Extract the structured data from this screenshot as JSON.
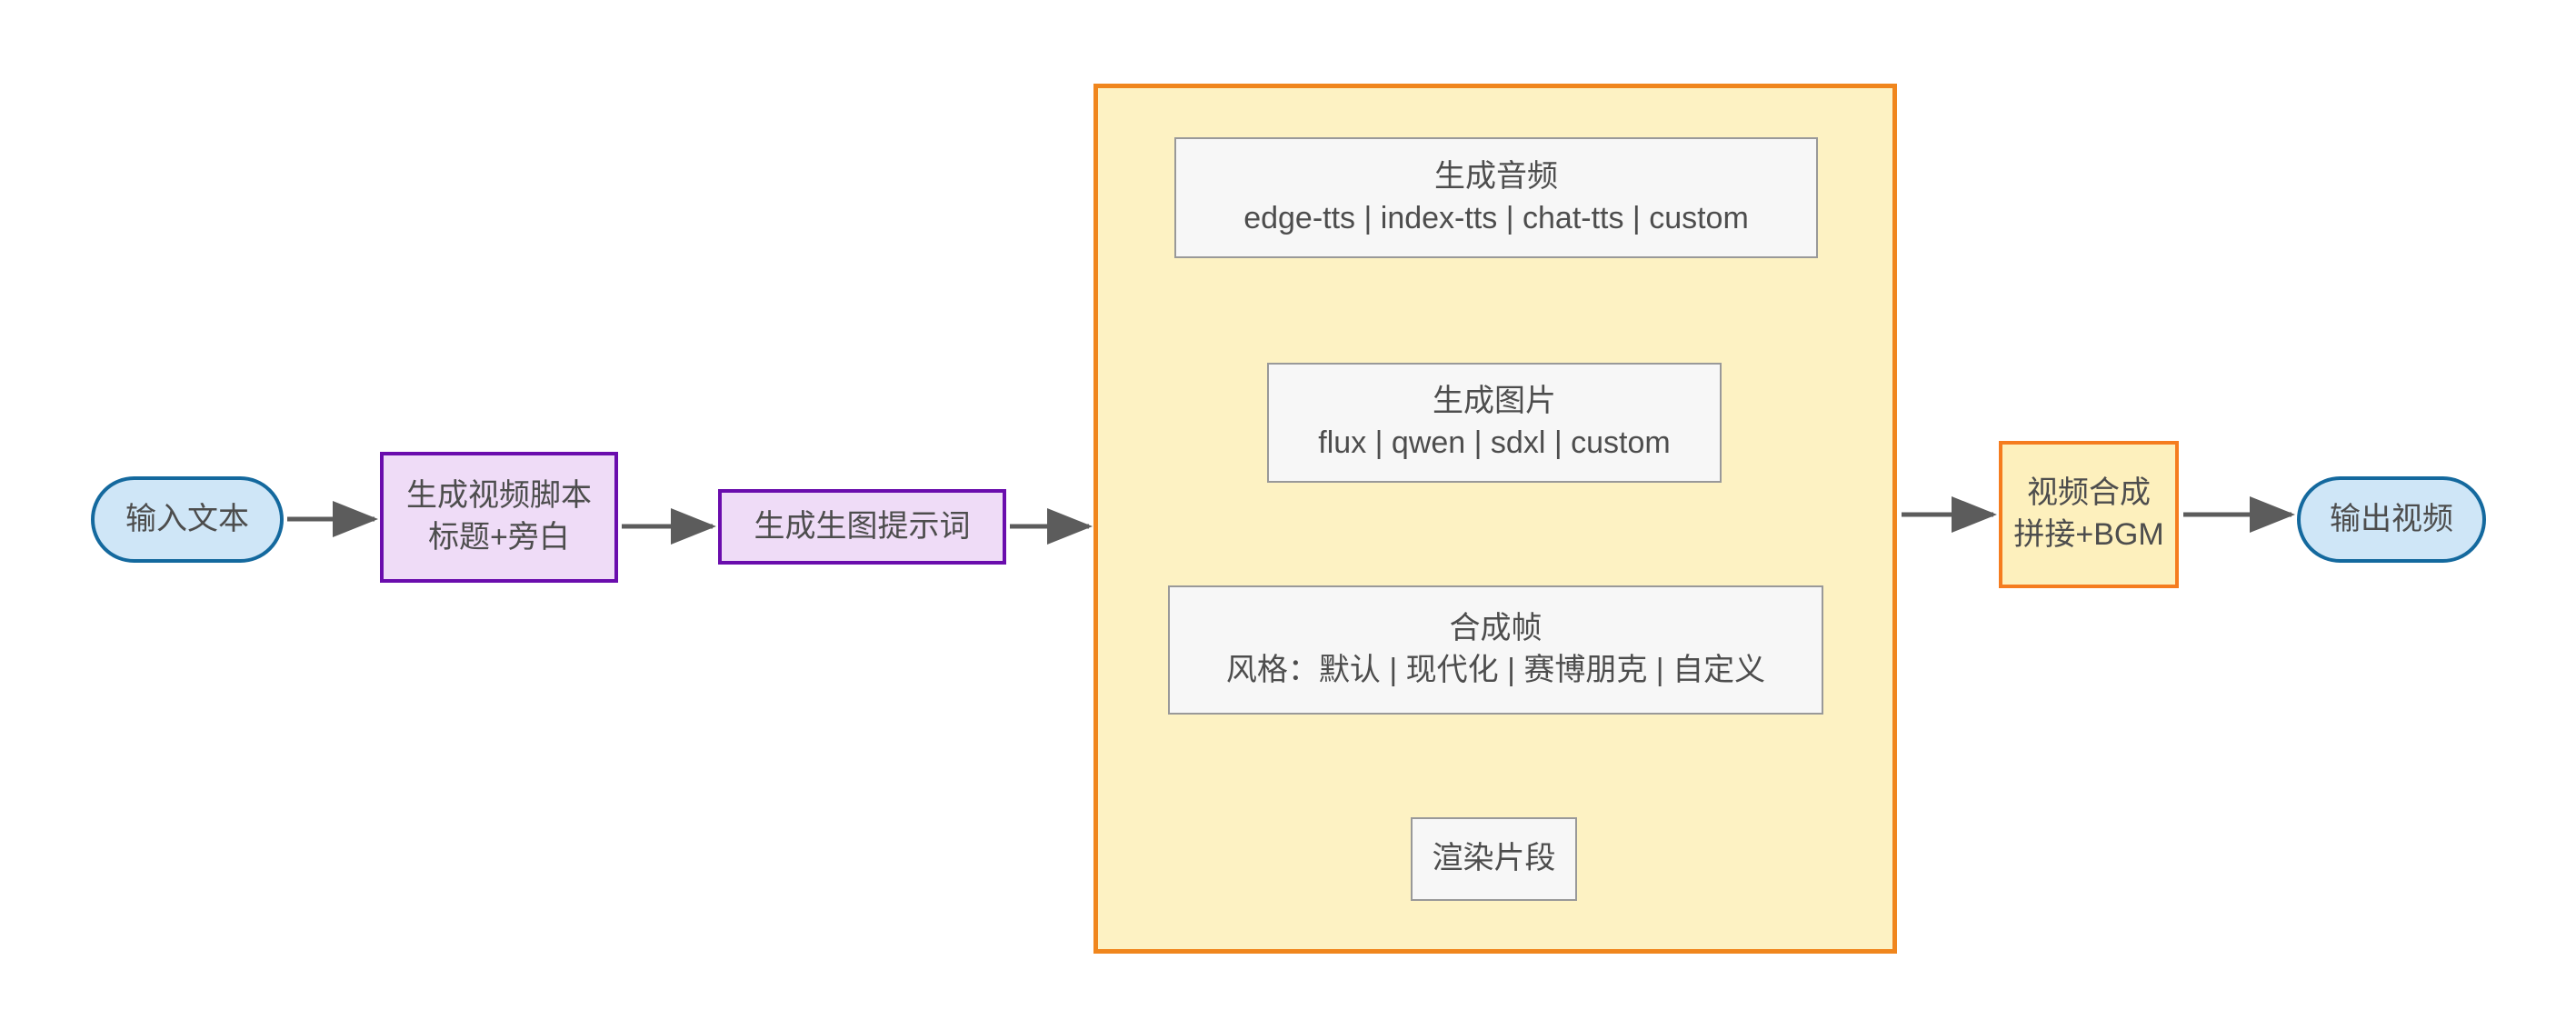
{
  "diagram": {
    "type": "flowchart",
    "direction": "left-to-right",
    "title": "",
    "colors": {
      "terminal_fill": "#cfe6f7",
      "terminal_border": "#14699e",
      "process_fill": "#efdcf7",
      "process_border": "#6a0dad",
      "highlight_fill": "#fdf0bd",
      "highlight_border": "#f57c1f",
      "plain_fill": "#f7f7f7",
      "plain_border": "#999999",
      "subgraph_fill": "#fdf2c3",
      "subgraph_border": "#f0861d",
      "edge": "#5c5c5c",
      "text": "#4d4d4d"
    }
  },
  "nodes": {
    "input": {
      "shape": "stadium",
      "lines": [
        "输入文本"
      ]
    },
    "script": {
      "shape": "rect",
      "lines": [
        "生成视频脚本",
        "标题+旁白"
      ]
    },
    "prompt": {
      "shape": "rect",
      "lines": [
        "生成生图提示词"
      ]
    },
    "audio": {
      "shape": "rect",
      "lines": [
        "生成音频",
        "edge-tts | index-tts | chat-tts | custom"
      ]
    },
    "image": {
      "shape": "rect",
      "lines": [
        "生成图片",
        "flux | qwen | sdxl | custom"
      ]
    },
    "frame": {
      "shape": "rect",
      "lines": [
        "合成帧",
        "风格：默认 | 现代化 | 赛博朋克 | 自定义"
      ]
    },
    "render": {
      "shape": "rect",
      "lines": [
        "渲染片段"
      ]
    },
    "compose": {
      "shape": "rect",
      "lines": [
        "视频合成",
        "拼接+BGM"
      ]
    },
    "output": {
      "shape": "stadium",
      "lines": [
        "输出视频"
      ]
    }
  },
  "subgraph": {
    "label": "",
    "members": [
      "audio",
      "image",
      "frame",
      "render"
    ]
  },
  "edges": [
    {
      "from": "input",
      "to": "script",
      "label": ""
    },
    {
      "from": "script",
      "to": "prompt",
      "label": ""
    },
    {
      "from": "prompt",
      "to": "subgraph",
      "label": ""
    },
    {
      "from": "audio",
      "to": "image",
      "label": ""
    },
    {
      "from": "image",
      "to": "frame",
      "label": ""
    },
    {
      "from": "frame",
      "to": "render",
      "label": ""
    },
    {
      "from": "subgraph",
      "to": "compose",
      "label": ""
    },
    {
      "from": "compose",
      "to": "output",
      "label": ""
    }
  ]
}
